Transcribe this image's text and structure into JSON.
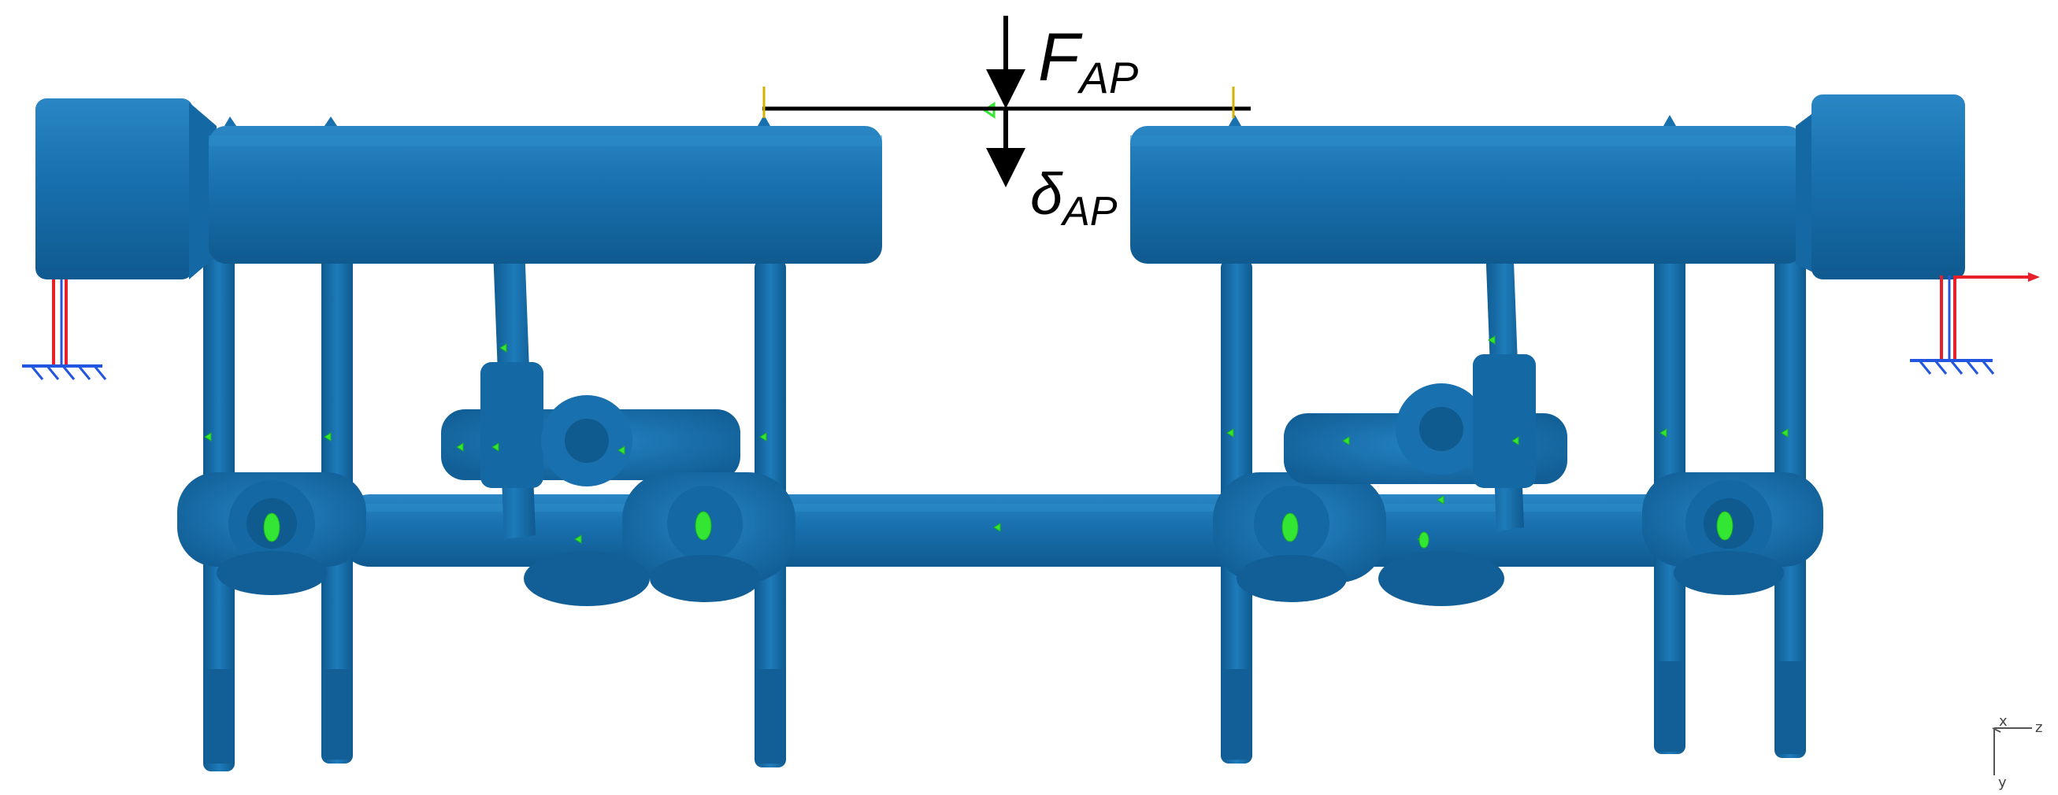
{
  "labels": {
    "force": {
      "main": "F",
      "sub": "AP"
    },
    "deflection": {
      "main": "δ",
      "sub": "AP"
    }
  },
  "axes": {
    "x": "x",
    "z": "z",
    "y": "y"
  },
  "colors": {
    "frame": "#1870AE",
    "frame_dark": "#0F5A8F",
    "frame_light": "#2A86C4",
    "constraint_red": "#E8202A",
    "constraint_blue": "#2255E0",
    "marker_green": "#33E633",
    "load": "#000000",
    "pin_yellow": "#D4B000"
  },
  "icons": [
    "fixed-support-icon",
    "load-arrow-icon",
    "deflection-arrow-icon",
    "coordinate-triad-icon"
  ]
}
